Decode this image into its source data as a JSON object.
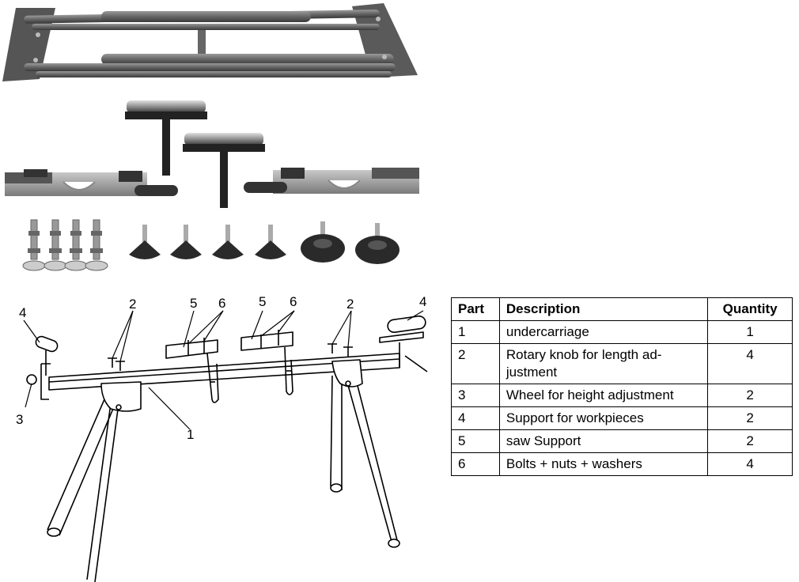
{
  "diagram": {
    "callouts": {
      "support_left": "4",
      "knob_left": "2",
      "wheel": "3",
      "saw_support_a": "5",
      "bolts_a": "6",
      "saw_support_b": "5",
      "bolts_b": "6",
      "knob_right": "2",
      "support_right": "4",
      "undercarriage": "1"
    }
  },
  "table": {
    "headers": {
      "part": "Part",
      "description": "Description",
      "quantity": "Quantity"
    },
    "rows": [
      {
        "part": "1",
        "description": "undercarriage",
        "quantity": "1"
      },
      {
        "part": "2",
        "description": "Rotary knob for length ad-\njustment",
        "quantity": "4"
      },
      {
        "part": "3",
        "description": "Wheel for height adjustment",
        "quantity": "2"
      },
      {
        "part": "4",
        "description": "Support for workpieces",
        "quantity": "2"
      },
      {
        "part": "5",
        "description": "saw Support",
        "quantity": "2"
      },
      {
        "part": "6",
        "description": "Bolts + nuts + washers",
        "quantity": "4"
      }
    ]
  }
}
